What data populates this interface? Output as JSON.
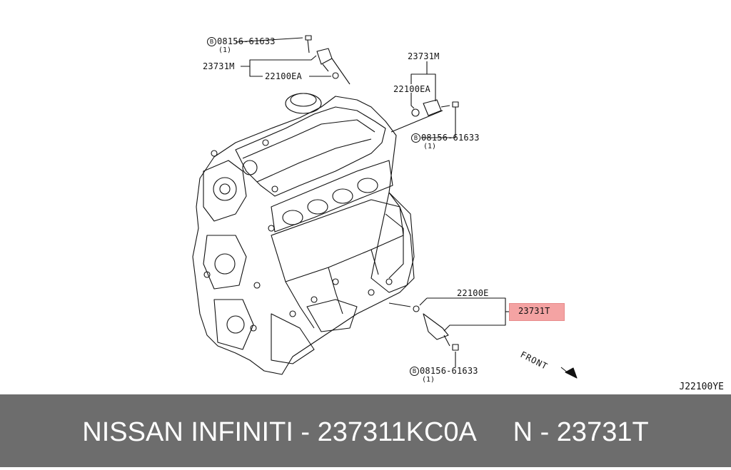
{
  "labels": {
    "bolt_top": "08156-61633",
    "bolt_top_qty": "(1)",
    "sensor_top_left": "23731M",
    "seal_top_left": "22100EA",
    "sensor_top_right": "23731M",
    "seal_top_right": "22100EA",
    "bolt_right": "08156-61633",
    "bolt_right_qty": "(1)",
    "seal_bottom": "22100E",
    "sensor_bottom_highlighted": "23731T",
    "bolt_bottom": "08156-61633",
    "bolt_bottom_qty": "(1)",
    "b_mark": "B",
    "front": "FRONT",
    "diagram_ref": "J22100YE"
  },
  "colors": {
    "highlight": "#f4a3a3",
    "footer_bg": "#6d6d6d",
    "footer_text": "#ffffff"
  },
  "footer": {
    "text": "NISSAN INFINITI - 237311KC0A     N - 23731T"
  }
}
